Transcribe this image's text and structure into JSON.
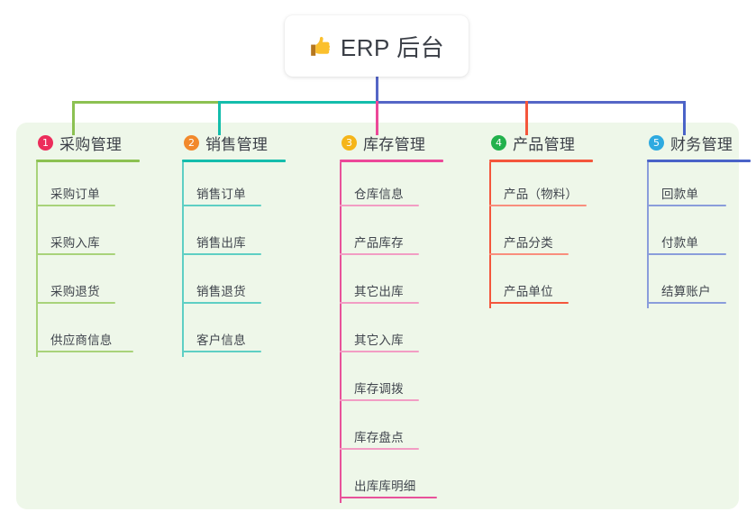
{
  "title": {
    "text": "ERP 后台",
    "icon": "thumbs-up-icon"
  },
  "colors": {
    "page_background": "#ffffff",
    "panel_background": "#eef7e9",
    "card_background": "#ffffff",
    "text": "#3b3f47",
    "trunk": "#5566c6",
    "connector_green": "#8cc152",
    "connector_teal": "#14bdac",
    "connector_blue": "#5566c6"
  },
  "columns": [
    {
      "number": "1",
      "title": "采购管理",
      "badge_color": "#ec2d5b",
      "rule_color": "#8cc152",
      "spine_color": "#a8d37a",
      "item_rule_color": "#a8d37a",
      "drop_color": "#8cc152",
      "items": [
        "采购订单",
        "采购入库",
        "采购退货",
        "供应商信息"
      ]
    },
    {
      "number": "2",
      "title": "销售管理",
      "badge_color": "#f2892c",
      "rule_color": "#14bdac",
      "spine_color": "#5ecfc4",
      "item_rule_color": "#5ecfc4",
      "drop_color": "#14bdac",
      "items": [
        "销售订单",
        "销售出库",
        "销售退货",
        "客户信息"
      ]
    },
    {
      "number": "3",
      "title": "库存管理",
      "badge_color": "#f5b519",
      "rule_color": "#ec4899",
      "spine_color": "#e8529a",
      "item_rule_color": "#f29dc4",
      "drop_color": "#ec4899",
      "items": [
        "仓库信息",
        "产品库存",
        "其它出库",
        "其它入库",
        "库存调拨",
        "库存盘点",
        "出库库明细"
      ]
    },
    {
      "number": "4",
      "title": "产品管理",
      "badge_color": "#22b14c",
      "rule_color": "#f4563c",
      "spine_color": "#f4563c",
      "item_rule_color": "#f98e7d",
      "drop_color": "#f4563c",
      "items": [
        "产品（物料）",
        "产品分类",
        "产品单位"
      ]
    },
    {
      "number": "5",
      "title": "财务管理",
      "badge_color": "#2eaae0",
      "rule_color": "#4a63c8",
      "spine_color": "#8a9ddb",
      "item_rule_color": "#8a9ddb",
      "drop_color": "#4a63c8",
      "items": [
        "回款单",
        "付款单",
        "结算账户"
      ]
    }
  ]
}
